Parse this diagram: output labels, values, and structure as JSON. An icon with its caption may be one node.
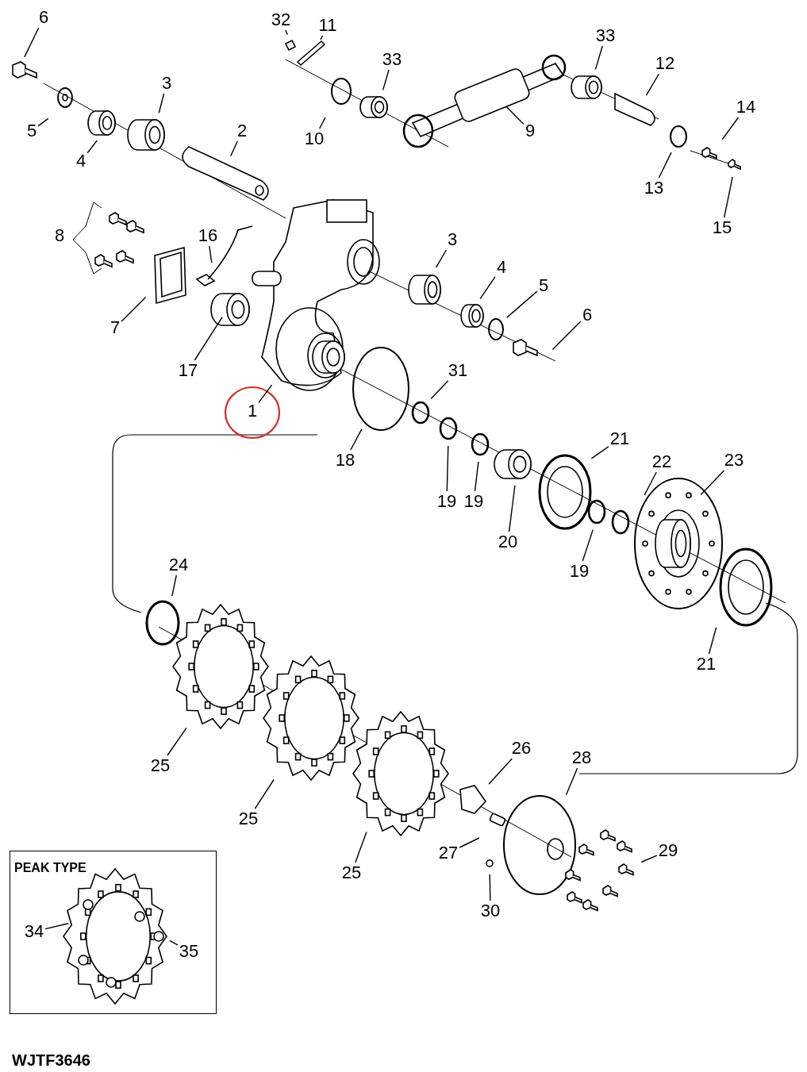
{
  "diagram": {
    "nodes": [
      {
        "text": [
          "6"
        ]
      },
      {
        "text": [
          "32"
        ]
      },
      {
        "text": [
          "11"
        ]
      },
      {
        "text": [
          "33"
        ]
      },
      {
        "text": [
          "33"
        ]
      },
      {
        "text": [
          "12"
        ]
      },
      {
        "text": [
          "3"
        ]
      },
      {
        "text": [
          "14"
        ]
      },
      {
        "text": [
          "5"
        ]
      },
      {
        "text": [
          "10"
        ]
      },
      {
        "text": [
          "9"
        ]
      },
      {
        "text": [
          "4"
        ]
      },
      {
        "text": [
          "2"
        ]
      },
      {
        "text": [
          "13"
        ]
      },
      {
        "text": [
          "15"
        ]
      },
      {
        "text": [
          "16"
        ]
      },
      {
        "text": [
          "3"
        ]
      },
      {
        "text": [
          "4"
        ]
      },
      {
        "text": [
          "5"
        ]
      },
      {
        "text": [
          "7"
        ]
      },
      {
        "text": [
          "6"
        ]
      },
      {
        "text": [
          "17"
        ]
      },
      {
        "text": [
          "1"
        ]
      },
      {
        "text": [
          "31"
        ]
      },
      {
        "text": [
          "18"
        ]
      },
      {
        "text": [
          "21"
        ]
      },
      {
        "text": [
          "22"
        ]
      },
      {
        "text": [
          "23"
        ]
      },
      {
        "text": [
          "19"
        ]
      },
      {
        "text": [
          "19"
        ]
      },
      {
        "text": [
          "20"
        ]
      },
      {
        "text": [
          "19"
        ]
      },
      {
        "text": [
          "24"
        ]
      },
      {
        "text": [
          "21"
        ]
      },
      {
        "text": [
          "26"
        ]
      },
      {
        "text": [
          "25"
        ]
      },
      {
        "text": [
          "28"
        ]
      },
      {
        "text": [
          "25"
        ]
      },
      {
        "text": [
          "29"
        ]
      },
      {
        "text": [
          "27"
        ]
      },
      {
        "text": [
          "25"
        ]
      },
      {
        "text": [
          "30"
        ]
      },
      {
        "text": [
          "PEAK TYPE"
        ]
      },
      {
        "text": [
          "34"
        ],
        "in": 42
      },
      {
        "text": [
          "35"
        ],
        "in": 42
      }
    ],
    "edges": [
      {
        "from": 0,
        "to": null,
        "arrow": "none"
      },
      {
        "from": 1,
        "to": null,
        "arrow": "none"
      },
      {
        "from": 2,
        "to": null,
        "arrow": "none"
      },
      {
        "from": 3,
        "to": null,
        "arrow": "none"
      },
      {
        "from": 4,
        "to": null,
        "arrow": "none"
      },
      {
        "from": 5,
        "to": null,
        "arrow": "none"
      },
      {
        "from": 6,
        "to": null,
        "arrow": "none"
      },
      {
        "from": 7,
        "to": null,
        "arrow": "none"
      },
      {
        "from": 8,
        "to": null,
        "arrow": "none"
      },
      {
        "from": 9,
        "to": null,
        "arrow": "none"
      },
      {
        "from": 10,
        "to": null,
        "arrow": "none"
      },
      {
        "from": 11,
        "to": null,
        "arrow": "none"
      },
      {
        "from": 12,
        "to": null,
        "arrow": "none"
      },
      {
        "from": 13,
        "to": null,
        "arrow": "none"
      },
      {
        "from": 14,
        "to": null,
        "arrow": "none"
      },
      {
        "from": 15,
        "to": null,
        "arrow": "none"
      },
      {
        "from": 16,
        "to": null,
        "arrow": "none"
      },
      {
        "from": 17,
        "to": null,
        "arrow": "none"
      },
      {
        "from": 18,
        "to": null,
        "arrow": "none"
      },
      {
        "from": 19,
        "to": null,
        "arrow": "none"
      },
      {
        "from": 20,
        "to": null,
        "arrow": "none"
      },
      {
        "from": 21,
        "to": null,
        "arrow": "none"
      },
      {
        "from": 22,
        "to": null,
        "arrow": "none"
      },
      {
        "from": 23,
        "to": null,
        "arrow": "none"
      },
      {
        "from": 24,
        "to": null,
        "arrow": "none"
      },
      {
        "from": 25,
        "to": null,
        "arrow": "none"
      },
      {
        "from": 26,
        "to": null,
        "arrow": "none"
      },
      {
        "from": 27,
        "to": null,
        "arrow": "none"
      },
      {
        "from": 28,
        "to": null,
        "arrow": "none"
      },
      {
        "from": 29,
        "to": null,
        "arrow": "none"
      },
      {
        "from": 30,
        "to": null,
        "arrow": "none"
      },
      {
        "from": 31,
        "to": null,
        "arrow": "none"
      },
      {
        "from": 32,
        "to": null,
        "arrow": "none"
      },
      {
        "from": 33,
        "to": null,
        "arrow": "none"
      },
      {
        "from": 34,
        "to": null,
        "arrow": "none"
      },
      {
        "from": 35,
        "to": null,
        "arrow": "none"
      },
      {
        "from": 36,
        "to": null,
        "arrow": "none"
      },
      {
        "from": 37,
        "to": null,
        "arrow": "none"
      },
      {
        "from": 38,
        "to": null,
        "arrow": "none"
      },
      {
        "from": 39,
        "to": null,
        "arrow": "none"
      },
      {
        "from": 40,
        "to": null,
        "arrow": "none"
      },
      {
        "from": 41,
        "to": null,
        "arrow": "none"
      },
      {
        "from": 43,
        "to": null,
        "arrow": "none"
      },
      {
        "from": 44,
        "to": null,
        "arrow": "none"
      }
    ],
    "labels": [
      "8",
      "WJTF3646"
    ]
  }
}
